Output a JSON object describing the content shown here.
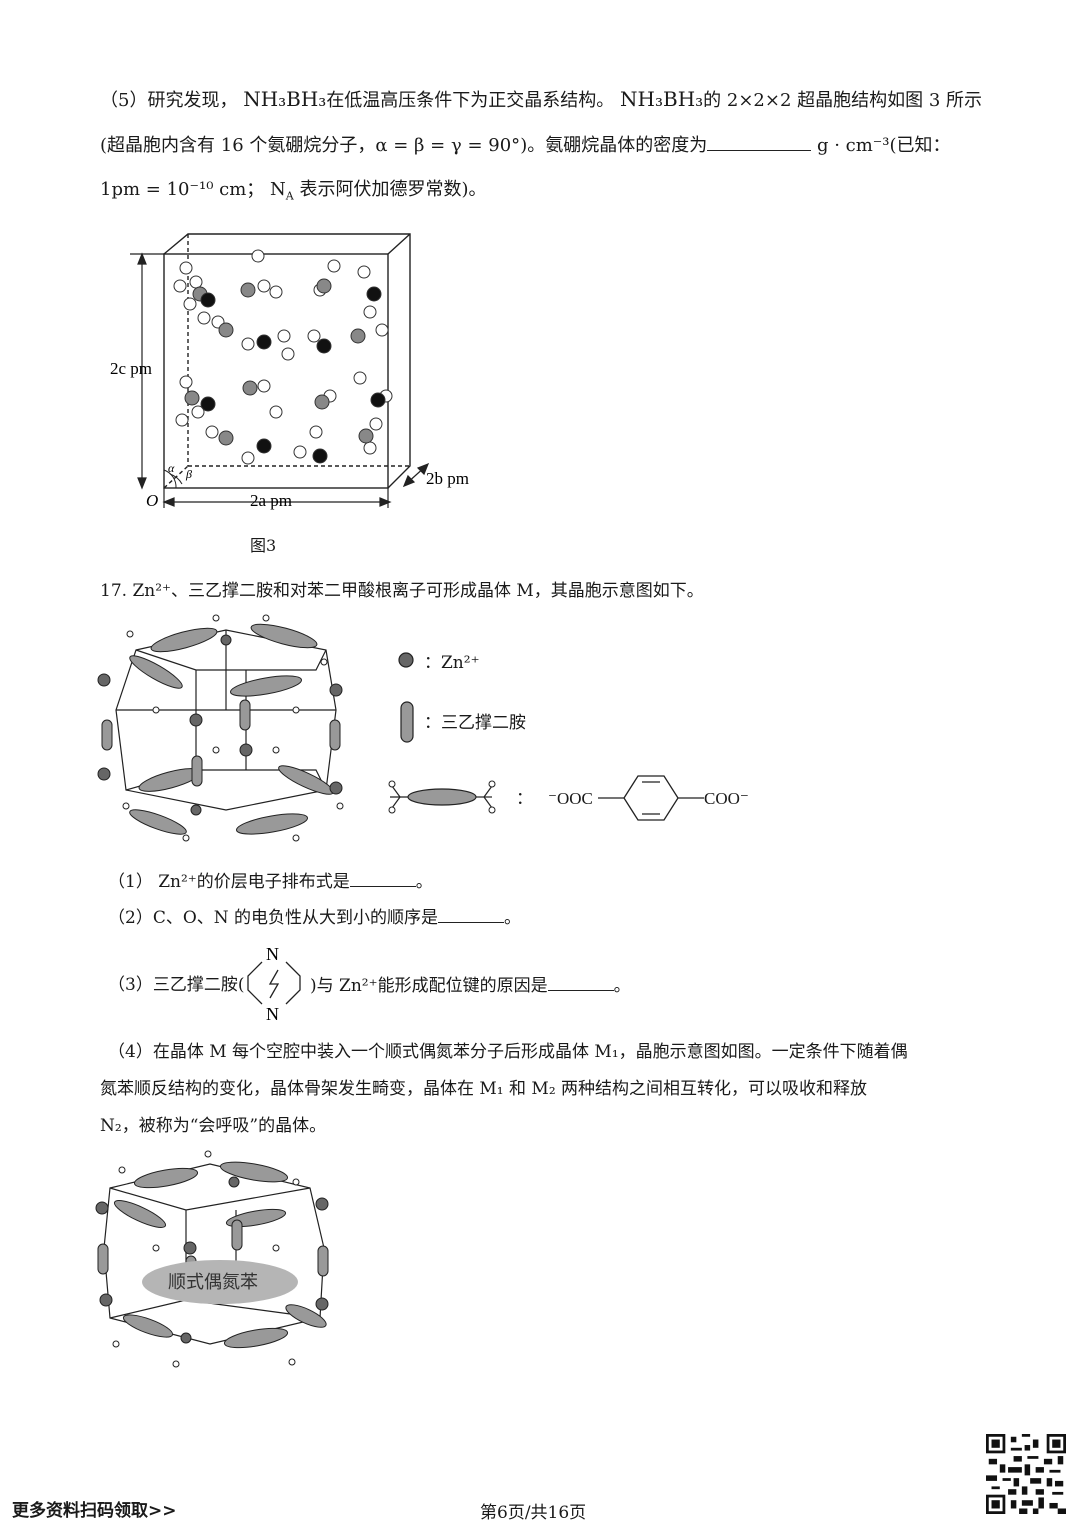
{
  "q16_5": {
    "num": "（5）",
    "l1a": "研究发现，",
    "nh3bh3": "NH₃BH₃",
    "l1b": "在低温高压条件下为正交晶系结构。",
    "l1c": "的 2×2×2 超晶胞结构如图 3 所示",
    "l2a": "(超晶胞内含有 16 个氨硼烷分子，",
    "angles": "α = β = γ = 90°",
    "l2b": ")。氨硼烷晶体的密度为",
    "unit": "g · cm⁻³",
    "l2c": "(已知：",
    "l3a": "1pm = 10⁻¹⁰ cm；",
    "na": "N",
    "na_sub": "A",
    "l3b": "表示阿伏加德罗常数)。",
    "fig3": {
      "label_2c": "2c pm",
      "label_2a": "2a pm",
      "label_2b": "2b pm",
      "origin": "O",
      "alpha": "α",
      "beta": "β",
      "caption": "图3"
    }
  },
  "q17": {
    "stem": "17. Zn²⁺、三乙撑二胺和对苯二甲酸根离子可形成晶体 M，其晶胞示意图如下。",
    "legend_zn": "：Zn²⁺",
    "legend_dabco": "：三乙撑二胺",
    "legend_colon": "：",
    "legend_ooc": "⁻OOC",
    "legend_coo": "COO⁻",
    "p1": "（1） Zn²⁺的价层电子排布式是",
    "p1_end": "。",
    "p2": "（2）C、O、N 的电负性从大到小的顺序是",
    "p2_end": "。",
    "p3a": "（3）三乙撑二胺(",
    "p3_N": "N",
    "p3b": ")与 Zn²⁺能形成配位键的原因是",
    "p3_end": "。",
    "p4_l1": "（4）在晶体 M 每个空腔中装入一个顺式偶氮苯分子后形成晶体 M₁，晶胞示意图如图。一定条件下随着偶",
    "p4_l2": "氮苯顺反结构的变化，晶体骨架发生畸变，晶体在 M₁ 和 M₂ 两种结构之间相互转化，可以吸收和释放",
    "p4_l3": "N₂，被称为“会呼吸”的晶体。",
    "fig_label": "顺式偶氮苯"
  },
  "footer": {
    "left": "更多资料扫码领取>>",
    "page": "第6页/共16页"
  }
}
